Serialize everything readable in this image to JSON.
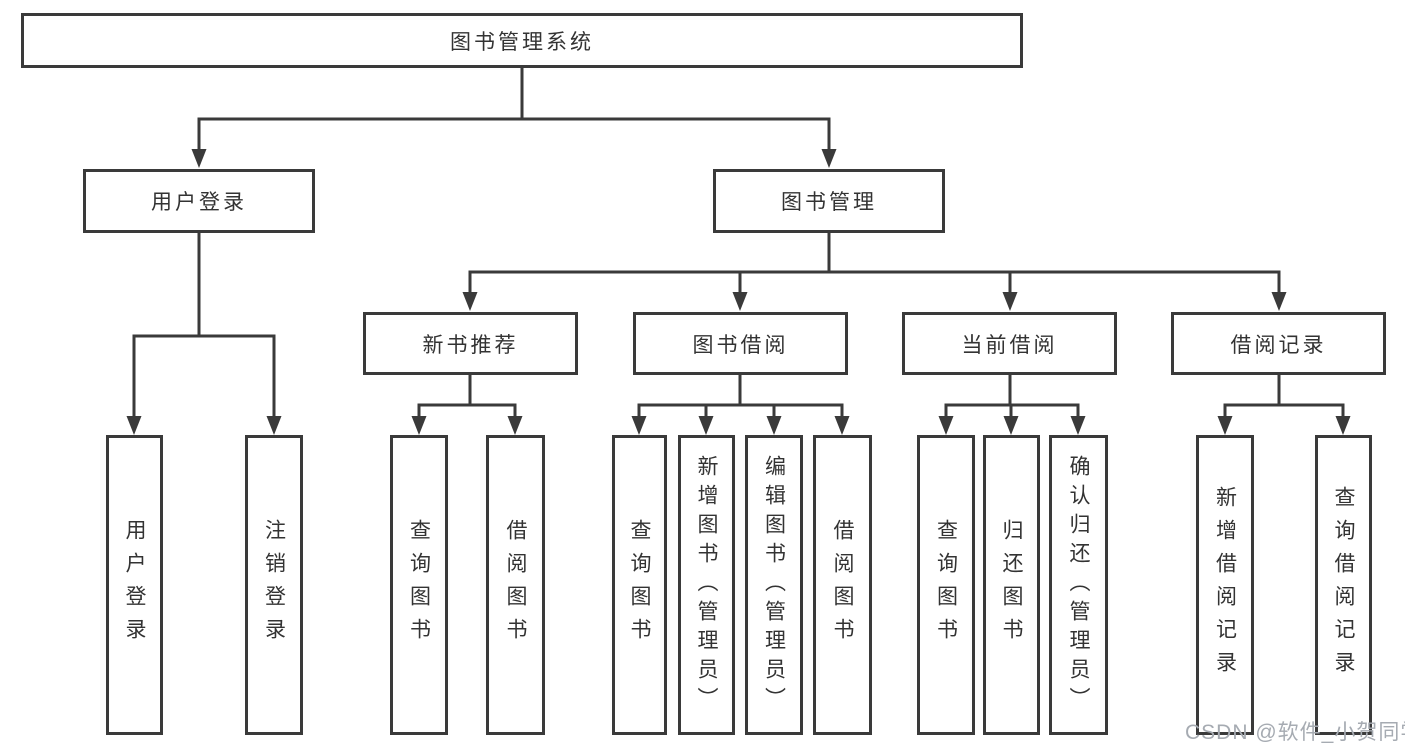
{
  "page": {
    "background": "#ffffff"
  },
  "colors": {
    "line": "#3a3a3a",
    "node_border": "#3a3a3a",
    "node_fill": "#ffffff",
    "text": "#333333",
    "watermark_text": "#a6abb2"
  },
  "tree": {
    "label": "图书管理系统",
    "children": [
      {
        "label": "用户登录",
        "children": [
          {
            "label": "用户登录"
          },
          {
            "label": "注销登录"
          }
        ]
      },
      {
        "label": "图书管理",
        "children": [
          {
            "label": "新书推荐",
            "children": [
              {
                "label": "查询图书"
              },
              {
                "label": "借阅图书"
              }
            ]
          },
          {
            "label": "图书借阅",
            "children": [
              {
                "label": "查询图书"
              },
              {
                "label": "新增图书（管理员）"
              },
              {
                "label": "编辑图书（管理员）"
              },
              {
                "label": "借阅图书"
              }
            ]
          },
          {
            "label": "当前借阅",
            "children": [
              {
                "label": "查询图书"
              },
              {
                "label": "归还图书"
              },
              {
                "label": "确认归还（管理员）"
              }
            ]
          },
          {
            "label": "借阅记录",
            "children": [
              {
                "label": "新增借阅记录"
              },
              {
                "label": "查询借阅记录"
              }
            ]
          }
        ]
      }
    ]
  },
  "watermark": {
    "text": "CSDN @软件_小贺同学"
  }
}
